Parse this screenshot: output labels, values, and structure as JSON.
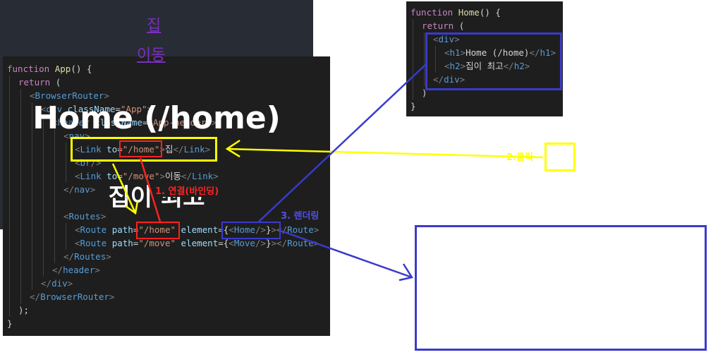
{
  "app_code": {
    "lines": [
      {
        "indent": 0,
        "parts": [
          [
            "kw2",
            "function "
          ],
          [
            "fn",
            "App"
          ],
          [
            "pn",
            "() {"
          ]
        ]
      },
      {
        "indent": 1,
        "parts": [
          [
            "kw2",
            "return "
          ],
          [
            "pn",
            "("
          ]
        ]
      },
      {
        "indent": 2,
        "parts": [
          [
            "tagg",
            "<"
          ],
          [
            "tag",
            "BrowserRouter"
          ],
          [
            "tagg",
            ">"
          ]
        ]
      },
      {
        "indent": 3,
        "parts": [
          [
            "tagg",
            "<"
          ],
          [
            "tag",
            "div "
          ],
          [
            "attr",
            "className"
          ],
          [
            "pn",
            "="
          ],
          [
            "str",
            "\"App\""
          ],
          [
            "tagg",
            ">"
          ]
        ]
      },
      {
        "indent": 4,
        "parts": [
          [
            "tagg",
            "<"
          ],
          [
            "tag",
            "header "
          ],
          [
            "attr",
            "className"
          ],
          [
            "pn",
            "="
          ],
          [
            "str",
            "\"App-header\""
          ],
          [
            "tagg",
            ">"
          ]
        ]
      },
      {
        "indent": 5,
        "parts": [
          [
            "tagg",
            "<"
          ],
          [
            "tag",
            "nav"
          ],
          [
            "tagg",
            ">"
          ]
        ]
      },
      {
        "indent": 6,
        "parts": [
          [
            "tagg",
            "<"
          ],
          [
            "tag",
            "Link "
          ],
          [
            "attr",
            "to"
          ],
          [
            "pn",
            "="
          ],
          [
            "str",
            "\"/home\""
          ],
          [
            "tagg",
            ">"
          ],
          [
            "txt",
            "집"
          ],
          [
            "tagg",
            "</"
          ],
          [
            "tag",
            "Link"
          ],
          [
            "tagg",
            ">"
          ]
        ]
      },
      {
        "indent": 6,
        "parts": [
          [
            "tagg",
            "<"
          ],
          [
            "tag",
            "br"
          ],
          [
            "tagg",
            "/>"
          ]
        ]
      },
      {
        "indent": 6,
        "parts": [
          [
            "tagg",
            "<"
          ],
          [
            "tag",
            "Link "
          ],
          [
            "attr",
            "to"
          ],
          [
            "pn",
            "="
          ],
          [
            "str",
            "\"/move\""
          ],
          [
            "tagg",
            ">"
          ],
          [
            "txt",
            "이동"
          ],
          [
            "tagg",
            "</"
          ],
          [
            "tag",
            "Link"
          ],
          [
            "tagg",
            ">"
          ]
        ]
      },
      {
        "indent": 5,
        "parts": [
          [
            "tagg",
            "</"
          ],
          [
            "tag",
            "nav"
          ],
          [
            "tagg",
            ">"
          ]
        ]
      },
      {
        "indent": 5,
        "parts": []
      },
      {
        "indent": 5,
        "parts": [
          [
            "tagg",
            "<"
          ],
          [
            "tag",
            "Routes"
          ],
          [
            "tagg",
            ">"
          ]
        ]
      },
      {
        "indent": 6,
        "parts": [
          [
            "tagg",
            "<"
          ],
          [
            "tag",
            "Route "
          ],
          [
            "attr",
            "path"
          ],
          [
            "pn",
            "="
          ],
          [
            "str",
            "\"/home\" "
          ],
          [
            "attr",
            "element"
          ],
          [
            "pn",
            "={"
          ],
          [
            "tagg",
            "<"
          ],
          [
            "tag",
            "Home"
          ],
          [
            "tagg",
            "/>"
          ],
          [
            "pn",
            "}"
          ],
          [
            "tagg",
            "></"
          ],
          [
            "tag",
            "Route"
          ],
          [
            "tagg",
            ">"
          ]
        ]
      },
      {
        "indent": 6,
        "parts": [
          [
            "tagg",
            "<"
          ],
          [
            "tag",
            "Route "
          ],
          [
            "attr",
            "path"
          ],
          [
            "pn",
            "="
          ],
          [
            "str",
            "\"/move\" "
          ],
          [
            "attr",
            "element"
          ],
          [
            "pn",
            "={"
          ],
          [
            "tagg",
            "<"
          ],
          [
            "tag",
            "Move"
          ],
          [
            "tagg",
            "/>"
          ],
          [
            "pn",
            "}"
          ],
          [
            "tagg",
            "></"
          ],
          [
            "tag",
            "Route"
          ],
          [
            "tagg",
            ">"
          ]
        ]
      },
      {
        "indent": 5,
        "parts": [
          [
            "tagg",
            "</"
          ],
          [
            "tag",
            "Routes"
          ],
          [
            "tagg",
            ">"
          ]
        ]
      },
      {
        "indent": 4,
        "parts": [
          [
            "tagg",
            "</"
          ],
          [
            "tag",
            "header"
          ],
          [
            "tagg",
            ">"
          ]
        ]
      },
      {
        "indent": 3,
        "parts": [
          [
            "tagg",
            "</"
          ],
          [
            "tag",
            "div"
          ],
          [
            "tagg",
            ">"
          ]
        ]
      },
      {
        "indent": 2,
        "parts": [
          [
            "tagg",
            "</"
          ],
          [
            "tag",
            "BrowserRouter"
          ],
          [
            "tagg",
            ">"
          ]
        ]
      },
      {
        "indent": 1,
        "parts": [
          [
            "pn",
            ");"
          ]
        ]
      },
      {
        "indent": 0,
        "parts": [
          [
            "pn",
            "}"
          ]
        ]
      }
    ]
  },
  "home_code": {
    "lines": [
      {
        "indent": 0,
        "parts": [
          [
            "kw2",
            "function "
          ],
          [
            "fn",
            "Home"
          ],
          [
            "pn",
            "() {"
          ]
        ]
      },
      {
        "indent": 1,
        "parts": [
          [
            "kw2",
            "return "
          ],
          [
            "pn",
            "("
          ]
        ]
      },
      {
        "indent": 2,
        "parts": [
          [
            "tagg",
            "<"
          ],
          [
            "tag",
            "div"
          ],
          [
            "tagg",
            ">"
          ]
        ]
      },
      {
        "indent": 3,
        "parts": [
          [
            "tagg",
            "<"
          ],
          [
            "tag",
            "h1"
          ],
          [
            "tagg",
            ">"
          ],
          [
            "txt",
            "Home (/home)"
          ],
          [
            "tagg",
            "</"
          ],
          [
            "tag",
            "h1"
          ],
          [
            "tagg",
            ">"
          ]
        ]
      },
      {
        "indent": 3,
        "parts": [
          [
            "tagg",
            "<"
          ],
          [
            "tag",
            "h2"
          ],
          [
            "tagg",
            ">"
          ],
          [
            "txt",
            "집이 최고"
          ],
          [
            "tagg",
            "</"
          ],
          [
            "tag",
            "h2"
          ],
          [
            "tagg",
            ">"
          ]
        ]
      },
      {
        "indent": 2,
        "parts": [
          [
            "tagg",
            "</"
          ],
          [
            "tag",
            "div"
          ],
          [
            "tagg",
            ">"
          ]
        ]
      },
      {
        "indent": 1,
        "parts": [
          [
            "pn",
            ")"
          ]
        ]
      },
      {
        "indent": 0,
        "parts": [
          [
            "pn",
            "}"
          ]
        ]
      }
    ]
  },
  "annotations": {
    "step1": "1. 연결(바인딩)",
    "step2": "2.클릭",
    "step3": "3. 렌더링"
  },
  "preview": {
    "link_home": "집",
    "link_move": "이동",
    "h1": "Home (/home)",
    "h2": "집이 최고"
  },
  "colors": {
    "yellow": "#ffff00",
    "red": "#ff2020",
    "blue": "#3a3acc",
    "link": "#7b2fbe"
  }
}
